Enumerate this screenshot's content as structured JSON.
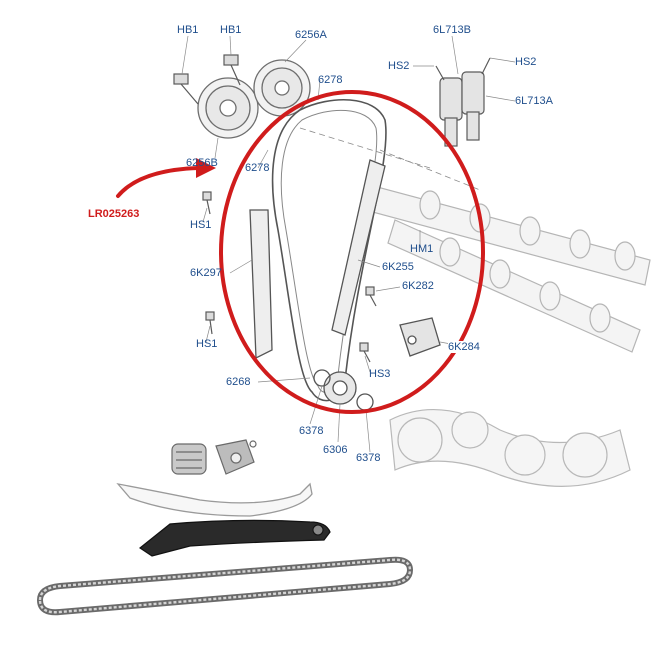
{
  "diagram": {
    "kit_number": "LR025263",
    "labels": {
      "hb1_a": "HB1",
      "hb1_b": "HB1",
      "p6256a": "6256A",
      "p6l713b": "6L713B",
      "hs2_a": "HS2",
      "hs2_b": "HS2",
      "p6278_a": "6278",
      "p6l713a": "6L713A",
      "p6256b": "6256B",
      "p6278_b": "6278",
      "hs1_a": "HS1",
      "hm1": "HM1",
      "p6k297": "6K297",
      "p6k255": "6K255",
      "p6k282": "6K282",
      "hs1_b": "HS1",
      "p6k284": "6K284",
      "hs3": "HS3",
      "p6268": "6268",
      "p6378_a": "6378",
      "p6306": "6306",
      "p6378_b": "6378"
    },
    "colors": {
      "label_blue": "#1f4e8c",
      "highlight_red": "#d01c1c",
      "line_gray": "#8a8a8a",
      "guide_black": "#2b2b2b"
    }
  }
}
